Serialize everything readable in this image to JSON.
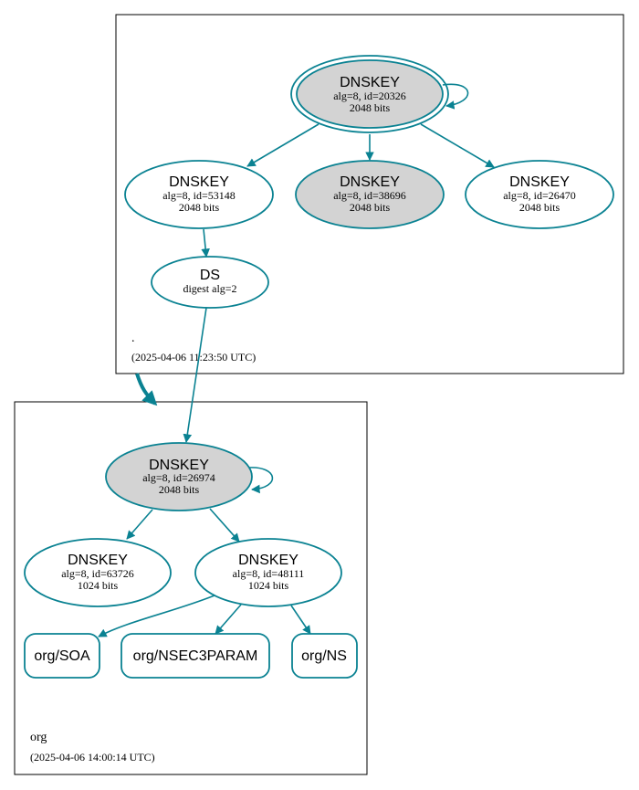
{
  "zones": {
    "root": {
      "name": ".",
      "timestamp": "(2025-04-06 11:23:50 UTC)",
      "ksk": {
        "type": "DNSKEY",
        "detail": "alg=8, id=20326",
        "size": "2048 bits"
      },
      "k1": {
        "type": "DNSKEY",
        "detail": "alg=8, id=53148",
        "size": "2048 bits"
      },
      "k2": {
        "type": "DNSKEY",
        "detail": "alg=8, id=38696",
        "size": "2048 bits"
      },
      "k3": {
        "type": "DNSKEY",
        "detail": "alg=8, id=26470",
        "size": "2048 bits"
      },
      "ds": {
        "type": "DS",
        "detail": "digest alg=2"
      }
    },
    "org": {
      "name": "org",
      "timestamp": "(2025-04-06 14:00:14 UTC)",
      "ksk": {
        "type": "DNSKEY",
        "detail": "alg=8, id=26974",
        "size": "2048 bits"
      },
      "k1": {
        "type": "DNSKEY",
        "detail": "alg=8, id=63726",
        "size": "1024 bits"
      },
      "k2": {
        "type": "DNSKEY",
        "detail": "alg=8, id=48111",
        "size": "1024 bits"
      },
      "rrsets": [
        "org/SOA",
        "org/NSEC3PARAM",
        "org/NS"
      ]
    }
  },
  "colors": {
    "edge": "#0a8292",
    "filled": "#d3d3d3",
    "border": "#000000"
  }
}
